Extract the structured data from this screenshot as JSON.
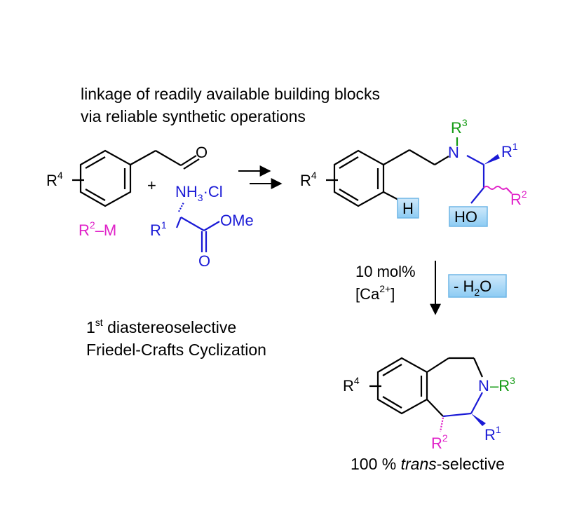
{
  "intro": {
    "line1": "linkage of readily available building blocks",
    "line2": "via reliable synthetic operations"
  },
  "reactants": {
    "aldehyde_o": "O",
    "r4": "R",
    "r4_sup": "4",
    "plus": "+",
    "organometal_r": "R",
    "organometal_sup": "2",
    "organometal_m": "–M",
    "amine_salt": "NH",
    "amine_sub": "3",
    "amine_cl": "·Cl",
    "r1": "R",
    "r1_sup": "1",
    "ester_ome": "OMe",
    "ester_o": "O"
  },
  "intermediate": {
    "r4": "R",
    "r4_sup": "4",
    "r3": "R",
    "r3_sup": "3",
    "n": "N",
    "r1": "R",
    "r1_sup": "1",
    "r2": "R",
    "r2_sup": "2",
    "h_box": "H",
    "ho_box": "HO"
  },
  "conditions": {
    "catalyst_amount": "10 mol%",
    "catalyst_open": "[Ca",
    "catalyst_sup": "2+",
    "catalyst_close": "]",
    "water_loss": "- H",
    "water_sub": "2",
    "water_o": "O"
  },
  "highlight": {
    "ordinal": "1",
    "ordinal_sup": "st",
    "line1": " diastereoselective",
    "line2": "Friedel-Crafts Cyclization"
  },
  "product": {
    "r4": "R",
    "r4_sup": "4",
    "n": "N",
    "n_r3": "–R",
    "r3_sup": "3",
    "r1": "R",
    "r1_sup": "1",
    "r2": "R",
    "r2_sup": "2",
    "selectivity_num": "100 % ",
    "selectivity_italic": "trans",
    "selectivity_rest": "-selective"
  },
  "colors": {
    "black": "#000000",
    "blue": "#1a1ad6",
    "green": "#129a12",
    "magenta": "#e020c8",
    "box_fill": "#a9d7f5",
    "box_stroke": "#6fb6e6"
  }
}
